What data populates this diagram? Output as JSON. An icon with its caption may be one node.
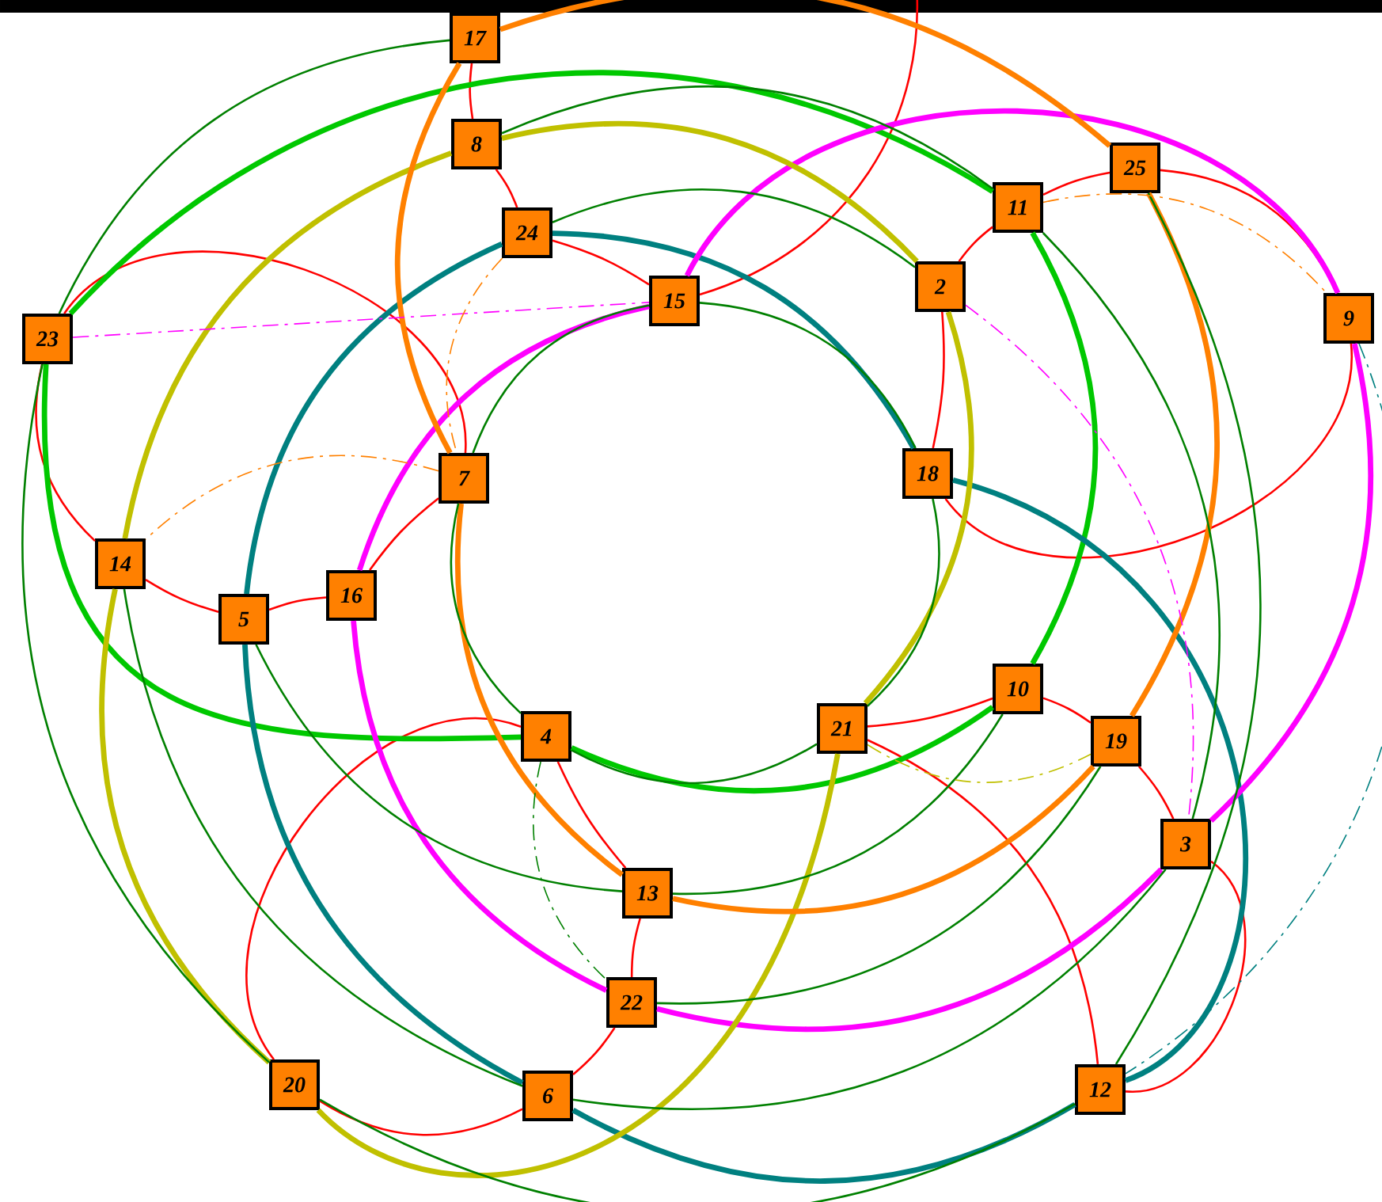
{
  "diagram": {
    "nodes": [
      {
        "text": [
          "17"
        ]
      },
      {
        "text": [
          "8"
        ]
      },
      {
        "text": [
          "25"
        ]
      },
      {
        "text": [
          "11"
        ]
      },
      {
        "text": [
          "24"
        ]
      },
      {
        "text": [
          "2"
        ]
      },
      {
        "text": [
          "15"
        ]
      },
      {
        "text": [
          "9"
        ]
      },
      {
        "text": [
          "23"
        ]
      },
      {
        "text": [
          "18"
        ]
      },
      {
        "text": [
          "7"
        ]
      },
      {
        "text": [
          "14"
        ]
      },
      {
        "text": [
          "16"
        ]
      },
      {
        "text": [
          "5"
        ]
      },
      {
        "text": [
          "10"
        ]
      },
      {
        "text": [
          "4"
        ]
      },
      {
        "text": [
          "21"
        ]
      },
      {
        "text": [
          "19"
        ]
      },
      {
        "text": [
          "3"
        ]
      },
      {
        "text": [
          "13"
        ]
      },
      {
        "text": [
          "22"
        ]
      },
      {
        "text": [
          "20"
        ]
      },
      {
        "text": [
          "6"
        ]
      },
      {
        "text": [
          "12"
        ]
      }
    ],
    "edges": [
      {
        "from": 0,
        "to": 1,
        "arrow": "none"
      },
      {
        "from": 1,
        "to": 4,
        "arrow": "none"
      },
      {
        "from": 4,
        "to": 6,
        "arrow": "none"
      },
      {
        "from": 6,
        "to": null,
        "arrow": "none"
      },
      {
        "from": 5,
        "to": 3,
        "arrow": "none"
      },
      {
        "from": 3,
        "to": 2,
        "arrow": "none"
      },
      {
        "from": 2,
        "to": 7,
        "arrow": "none"
      },
      {
        "from": 7,
        "to": 9,
        "arrow": "none"
      },
      {
        "from": 9,
        "to": 5,
        "arrow": "none"
      },
      {
        "from": 8,
        "to": 11,
        "arrow": "none"
      },
      {
        "from": 11,
        "to": 13,
        "arrow": "none"
      },
      {
        "from": 13,
        "to": 12,
        "arrow": "none"
      },
      {
        "from": 12,
        "to": 10,
        "arrow": "none"
      },
      {
        "from": 10,
        "to": 8,
        "arrow": "none"
      },
      {
        "from": 15,
        "to": 19,
        "arrow": "none"
      },
      {
        "from": 19,
        "to": 20,
        "arrow": "none"
      },
      {
        "from": 20,
        "to": 22,
        "arrow": "none"
      },
      {
        "from": 22,
        "to": 21,
        "arrow": "none"
      },
      {
        "from": 21,
        "to": 15,
        "arrow": "none"
      },
      {
        "from": 16,
        "to": 14,
        "arrow": "none"
      },
      {
        "from": 14,
        "to": 17,
        "arrow": "none"
      },
      {
        "from": 17,
        "to": 18,
        "arrow": "none"
      },
      {
        "from": 18,
        "to": 23,
        "arrow": "none"
      },
      {
        "from": 23,
        "to": 16,
        "arrow": "none"
      },
      {
        "from": 8,
        "to": 3,
        "arrow": "none",
        "style": "thick",
        "color": "#00c800"
      },
      {
        "from": 8,
        "to": 15,
        "arrow": "none",
        "style": "thick",
        "color": "#00c800"
      },
      {
        "from": 15,
        "to": 14,
        "arrow": "none",
        "style": "thick",
        "color": "#00c800"
      },
      {
        "from": 14,
        "to": 3,
        "arrow": "none",
        "style": "thick",
        "color": "#00c800"
      },
      {
        "from": 4,
        "to": 13,
        "arrow": "none",
        "style": "thick",
        "color": "#008080"
      },
      {
        "from": 13,
        "to": 22,
        "arrow": "none",
        "style": "thick",
        "color": "#008080"
      },
      {
        "from": 22,
        "to": 23,
        "arrow": "none",
        "style": "thick",
        "color": "#008080"
      },
      {
        "from": 23,
        "to": 9,
        "arrow": "none",
        "style": "thick",
        "color": "#008080"
      },
      {
        "from": 9,
        "to": 4,
        "arrow": "none",
        "style": "thick",
        "color": "#008080"
      },
      {
        "from": 6,
        "to": 12,
        "arrow": "none",
        "style": "thick",
        "color": "#ff00ff"
      },
      {
        "from": 12,
        "to": 20,
        "arrow": "none",
        "style": "thick",
        "color": "#ff00ff"
      },
      {
        "from": 20,
        "to": 18,
        "arrow": "none",
        "style": "thick",
        "color": "#ff00ff"
      },
      {
        "from": 18,
        "to": 7,
        "arrow": "none",
        "style": "thick",
        "color": "#ff00ff"
      },
      {
        "from": 7,
        "to": 6,
        "arrow": "none",
        "style": "thick",
        "color": "#ff00ff"
      },
      {
        "from": 1,
        "to": 11,
        "arrow": "none",
        "style": "thick",
        "color": "#c0c000"
      },
      {
        "from": 11,
        "to": 21,
        "arrow": "none",
        "style": "thick",
        "color": "#c0c000"
      },
      {
        "from": 21,
        "to": 16,
        "arrow": "none",
        "style": "thick",
        "color": "#c0c000"
      },
      {
        "from": 16,
        "to": 5,
        "arrow": "none",
        "style": "thick",
        "color": "#c0c000"
      },
      {
        "from": 5,
        "to": 1,
        "arrow": "none",
        "style": "thick",
        "color": "#c0c000"
      },
      {
        "from": 0,
        "to": 10,
        "arrow": "none",
        "style": "thick",
        "color": "#ff8000"
      },
      {
        "from": 10,
        "to": 19,
        "arrow": "none",
        "style": "thick",
        "color": "#ff8000"
      },
      {
        "from": 19,
        "to": 17,
        "arrow": "none",
        "style": "thick",
        "color": "#ff8000"
      },
      {
        "from": 17,
        "to": 2,
        "arrow": "none",
        "style": "thick",
        "color": "#ff8000"
      },
      {
        "from": 2,
        "to": 0,
        "arrow": "none",
        "style": "thick",
        "color": "#ff8000"
      },
      {
        "from": 6,
        "to": 10,
        "arrow": "none",
        "color": "#008000"
      },
      {
        "from": 10,
        "to": 15,
        "arrow": "none",
        "color": "#008000"
      },
      {
        "from": 15,
        "to": 16,
        "arrow": "none",
        "color": "#008000"
      },
      {
        "from": 16,
        "to": 9,
        "arrow": "none",
        "color": "#008000"
      },
      {
        "from": 9,
        "to": 6,
        "arrow": "none",
        "color": "#008000"
      },
      {
        "from": 1,
        "to": 3,
        "arrow": "none",
        "color": "#008000"
      },
      {
        "from": 4,
        "to": 5,
        "arrow": "none",
        "color": "#008000"
      },
      {
        "from": 0,
        "to": 8,
        "arrow": "none",
        "color": "#008000"
      },
      {
        "from": 8,
        "to": 21,
        "arrow": "none",
        "color": "#008000"
      },
      {
        "from": 11,
        "to": 22,
        "arrow": "none",
        "color": "#008000"
      },
      {
        "from": 13,
        "to": 19,
        "arrow": "none",
        "color": "#008000"
      },
      {
        "from": 14,
        "to": 19,
        "arrow": "none",
        "color": "#008000"
      },
      {
        "from": 17,
        "to": 20,
        "arrow": "none",
        "color": "#008000"
      },
      {
        "from": 18,
        "to": 22,
        "arrow": "none",
        "color": "#008000"
      },
      {
        "from": 23,
        "to": 21,
        "arrow": "none",
        "color": "#008000"
      },
      {
        "from": 3,
        "to": 18,
        "arrow": "none",
        "color": "#008000"
      },
      {
        "from": 2,
        "to": 23,
        "arrow": "none",
        "color": "#008000"
      },
      {
        "from": 8,
        "to": 6,
        "arrow": "none",
        "style": "dashed",
        "color": "#ff00ff"
      },
      {
        "from": 10,
        "to": 11,
        "arrow": "none",
        "style": "dashed",
        "color": "#ff8000"
      },
      {
        "from": 3,
        "to": 7,
        "arrow": "none",
        "style": "dashed",
        "color": "#ff8000"
      },
      {
        "from": 5,
        "to": 18,
        "arrow": "none",
        "style": "dashed",
        "color": "#ff00ff"
      },
      {
        "from": 15,
        "to": 20,
        "arrow": "none",
        "style": "dashed",
        "color": "#008000"
      },
      {
        "from": 7,
        "to": 23,
        "arrow": "none",
        "style": "dashed",
        "color": "#008080"
      },
      {
        "from": 16,
        "to": 17,
        "arrow": "none",
        "style": "dashed",
        "color": "#c0c000"
      },
      {
        "from": 4,
        "to": 10,
        "arrow": "none",
        "style": "dashed",
        "color": "#ff8000"
      }
    ]
  }
}
